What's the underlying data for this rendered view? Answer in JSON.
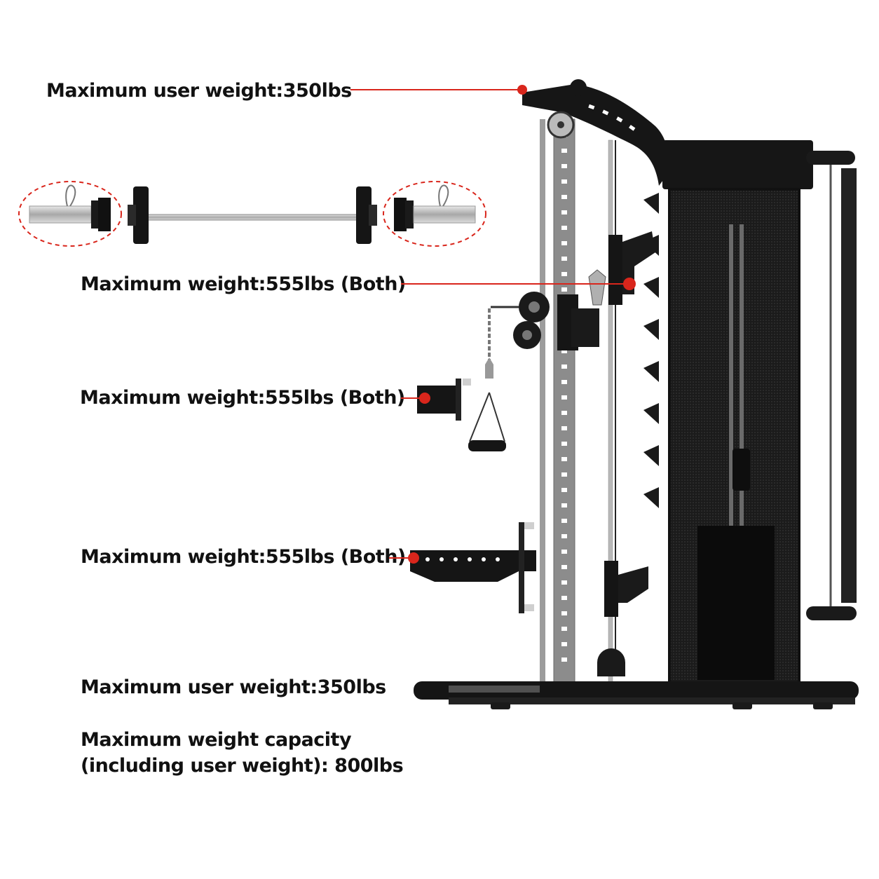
{
  "labels": {
    "top_user_weight": "Maximum user weight:350lbs",
    "pulley_weight": "Maximum weight:555lbs (Both)",
    "jhook_weight": "Maximum weight:555lbs (Both)",
    "safety_arm_weight": "Maximum weight:555lbs (Both)",
    "bottom_user_weight": "Maximum user weight:350lbs",
    "capacity_line1": "Maximum weight capacity",
    "capacity_line2": "(including user weight): 800lbs"
  },
  "colors": {
    "callout": "#d9261c",
    "frame_dark": "#161616",
    "upright_gray": "#8c8c8c",
    "steel": "#c4c4c4"
  }
}
